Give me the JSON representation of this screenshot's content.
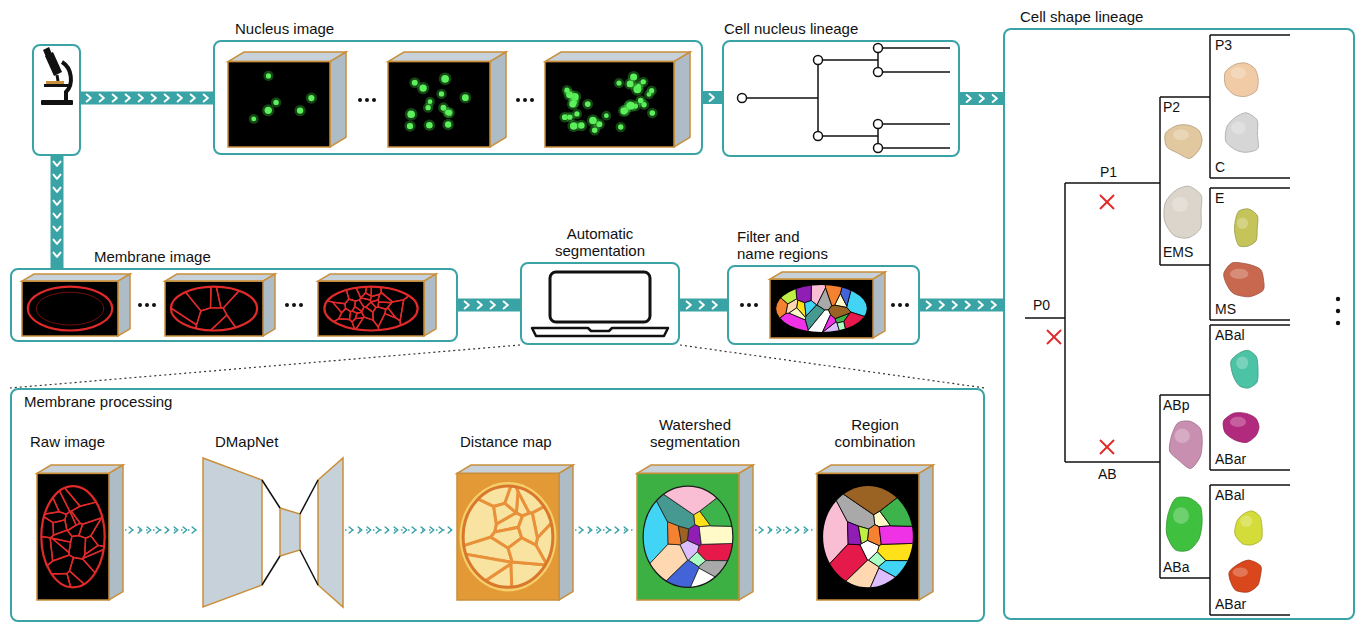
{
  "diagram": {
    "nodes": [
      {
        "text": [
          "Nucleus image"
        ]
      },
      {
        "text": [
          "Cell nucleus lineage"
        ]
      },
      {
        "text": [
          "Cell shape lineage"
        ]
      },
      {
        "text": [
          "Membrane image"
        ]
      },
      {
        "text": [
          "Automatic segmentation"
        ]
      },
      {
        "text": [
          "Filter and name regions"
        ]
      },
      {
        "text": [
          "Membrane processing"
        ]
      },
      {
        "text": [
          "Raw image"
        ],
        "in": 6
      },
      {
        "text": [
          "DMapNet"
        ],
        "in": 6
      },
      {
        "text": [
          "Distance map"
        ],
        "in": 6
      },
      {
        "text": [
          "Watershed segmentation"
        ],
        "in": 6
      },
      {
        "text": [
          "Region combination"
        ],
        "in": 6
      }
    ],
    "edges": [
      {
        "from": 0,
        "to": 1,
        "arrow": "to"
      },
      {
        "from": 1,
        "to": 2,
        "arrow": "to"
      },
      {
        "from": 3,
        "to": 4,
        "arrow": "to"
      },
      {
        "from": 4,
        "to": 5,
        "arrow": "to"
      },
      {
        "from": 5,
        "to": 2,
        "arrow": "to"
      },
      {
        "from": 4,
        "to": 6,
        "arrow": "none"
      },
      {
        "from": 4,
        "to": 6,
        "arrow": "none"
      },
      {
        "from": 7,
        "to": 8,
        "arrow": "to"
      },
      {
        "from": 8,
        "to": 9,
        "arrow": "to"
      },
      {
        "from": 9,
        "to": 10,
        "arrow": "to"
      },
      {
        "from": 10,
        "to": 11,
        "arrow": "to"
      }
    ],
    "labels": [
      "P3",
      "C",
      "P2",
      "EMS",
      "E",
      "MS",
      "P1",
      "P0",
      "ABal",
      "ABar",
      "ABp",
      "ABa",
      "ABal",
      "ABar",
      "AB"
    ]
  }
}
